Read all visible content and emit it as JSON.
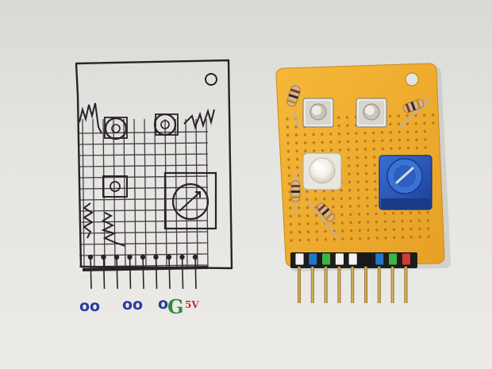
{
  "sketch": {
    "pin_labels": [
      {
        "text": "oo",
        "color": "#2c3a9c"
      },
      {
        "text": "oo",
        "color": "#2c3a9c"
      },
      {
        "text": "o",
        "color": "#2c3a9c"
      },
      {
        "text": "G",
        "color": "#2f8a3a"
      },
      {
        "text": "5V",
        "color": "#b8323a"
      }
    ]
  },
  "board": {
    "header_pin_colors": [
      "#f3f3f1",
      "#1e78c8",
      "#3fb24a",
      "#f3f3f1",
      "#f3f3f1",
      "#1b1b1b",
      "#1e78c8",
      "#3fb24a",
      "#d23a3a"
    ]
  },
  "colors": {
    "paper": "#e6e6e3",
    "board": "#f0ad2e",
    "ink": "#2a2228",
    "potentiometer": "#2153b8"
  }
}
